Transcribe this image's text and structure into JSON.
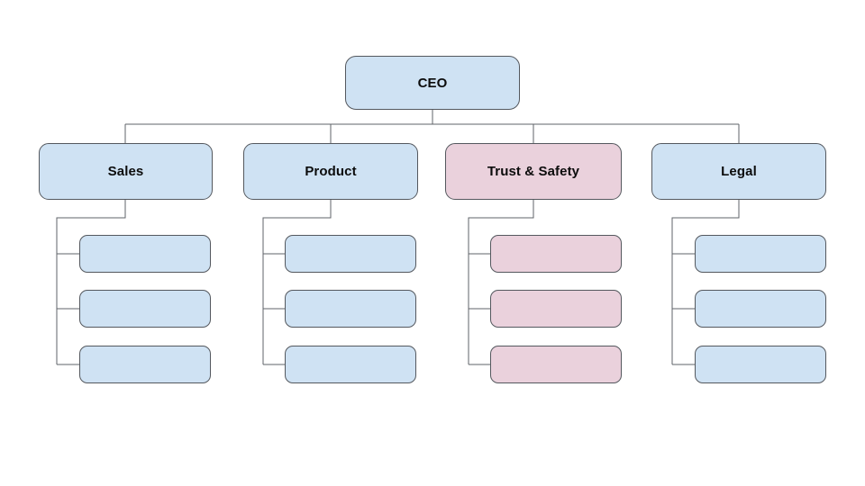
{
  "colors": {
    "background": "#ffffff",
    "blue_fill": "#cfe2f3",
    "pink_fill": "#ead1dc",
    "node_border": "#54585e",
    "connector_line": "#5f6368",
    "label_text": "#0c0c0c"
  },
  "org": {
    "root": {
      "label": "CEO",
      "fill": "#cfe2f3"
    },
    "departments": [
      {
        "label": "Sales",
        "fill": "#cfe2f3",
        "reports": [
          "",
          "",
          ""
        ]
      },
      {
        "label": "Product",
        "fill": "#cfe2f3",
        "reports": [
          "",
          "",
          ""
        ]
      },
      {
        "label": "Trust & Safety",
        "fill": "#ead1dc",
        "reports": [
          "",
          "",
          ""
        ]
      },
      {
        "label": "Legal",
        "fill": "#cfe2f3",
        "reports": [
          "",
          "",
          ""
        ]
      }
    ]
  }
}
